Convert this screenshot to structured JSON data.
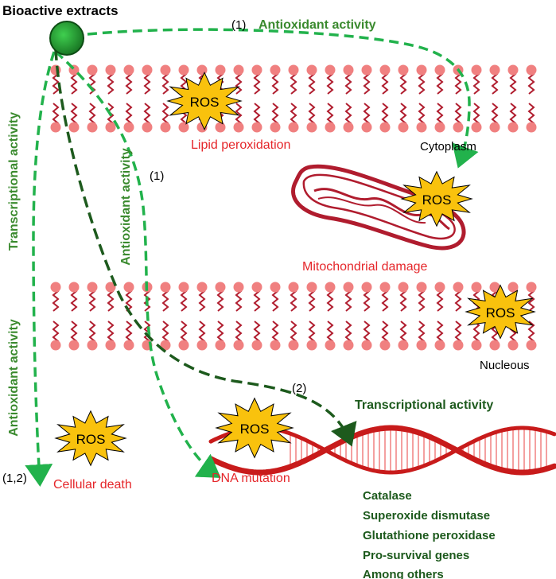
{
  "title": "Bioactive extracts",
  "labels": {
    "antioxidant_top": "Antioxidant activity",
    "marker_1_top": "(1)",
    "marker_1_mid": "(1)",
    "marker_2": "(2)",
    "marker_12": "(1,2)",
    "transcriptional_vertical": "Transcriptional activity",
    "antioxidant_vertical_mid": "Antioxidant activity",
    "antioxidant_vertical_left": "Antioxidant activity",
    "transcriptional_right": "Transcriptional activity",
    "lipid_peroxidation": "Lipid peroxidation",
    "cytoplasm": "Cytoplasm",
    "mitochondrial_damage": "Mitochondrial damage",
    "nucleous": "Nucleous",
    "cellular_death": "Cellular death",
    "dna_mutation": "DNA mutation",
    "ros": "ROS"
  },
  "genes": [
    "Catalase",
    "Superoxide dismutase",
    "Glutathione peroxidase",
    "Pro-survival genes",
    "Among others"
  ],
  "colors": {
    "bright_green": "#22b24c",
    "dark_green": "#1d5a1d",
    "text_green": "#3a8a2e",
    "red_text": "#e5262a",
    "membrane_head": "#f08080",
    "membrane_tail": "#b01c2e",
    "ros_fill": "#f9c20d",
    "dna_red": "#c81b1b"
  }
}
